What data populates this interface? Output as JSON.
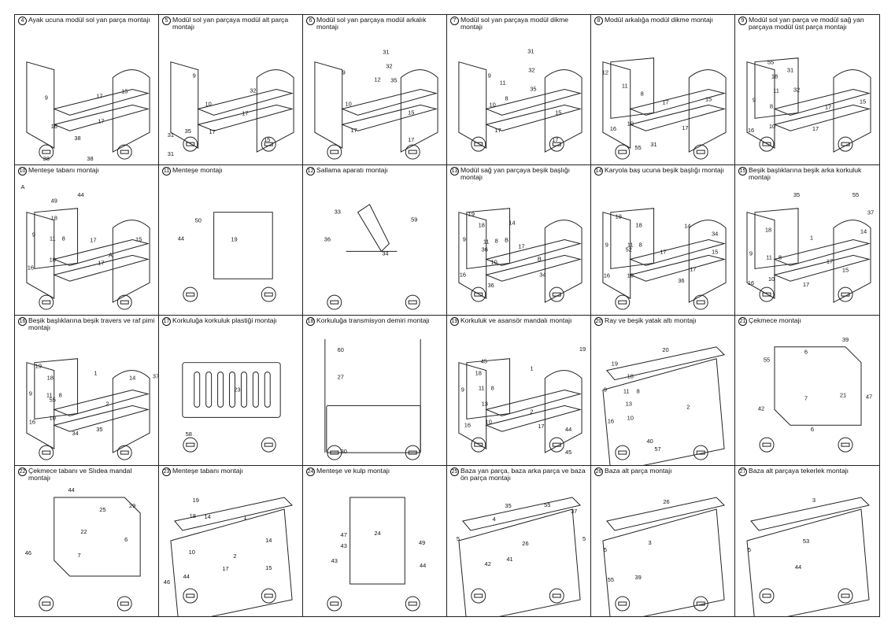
{
  "steps": [
    {
      "num": "4",
      "title": "Ayak ucuna modül sol yan parça montajı",
      "labels": [
        "9",
        "15",
        "17",
        "16",
        "17",
        "38",
        "38",
        "38"
      ]
    },
    {
      "num": "5",
      "title": "Modül sol yan parçaya modül alt parça montajı",
      "labels": [
        "9",
        "32",
        "10",
        "17",
        "17",
        "31",
        "35",
        "15",
        "31"
      ]
    },
    {
      "num": "6",
      "title": "Modül sol yan parçaya modül arkalık montajı",
      "labels": [
        "9",
        "31",
        "32",
        "12",
        "35",
        "10",
        "17",
        "17",
        "15"
      ]
    },
    {
      "num": "7",
      "title": "Modül sol yan parçaya modül dikme montajı",
      "labels": [
        "31",
        "9",
        "32",
        "11",
        "8",
        "35",
        "10",
        "17",
        "17",
        "15"
      ]
    },
    {
      "num": "8",
      "title": "Modül arkalığa modül dikme montajı",
      "labels": [
        "12",
        "11",
        "8",
        "17",
        "16",
        "10",
        "15",
        "17",
        "55",
        "31"
      ]
    },
    {
      "num": "9",
      "title": "Modül sol yan parça ve modül sağ yan parçaya modül üst parça montajı",
      "labels": [
        "55",
        "18",
        "31",
        "11",
        "8",
        "32",
        "9",
        "17",
        "16",
        "10",
        "17",
        "15"
      ]
    },
    {
      "num": "10",
      "title": "Menteşe tabanı montajı",
      "labels": [
        "A",
        "49",
        "44",
        "18",
        "9",
        "11",
        "8",
        "17",
        "15",
        "A",
        "16",
        "10",
        "17"
      ]
    },
    {
      "num": "11",
      "title": "Menteşe montajı",
      "labels": [
        "50",
        "44",
        "19"
      ]
    },
    {
      "num": "12",
      "title": "Sallama aparatı montajı",
      "labels": [
        "33",
        "36",
        "59",
        "34"
      ]
    },
    {
      "num": "13",
      "title": "Modül sağ yan parçaya beşik başlığı montajı",
      "labels": [
        "19",
        "14",
        "18",
        "9",
        "11",
        "8",
        "B",
        "17",
        "B",
        "10",
        "16",
        "36",
        "34",
        "36"
      ]
    },
    {
      "num": "14",
      "title": "Karyola baş ucuna beşik başlığı montajı",
      "labels": [
        "19",
        "18",
        "14",
        "9",
        "11",
        "8",
        "17",
        "15",
        "16",
        "10",
        "17",
        "36",
        "34",
        "52"
      ]
    },
    {
      "num": "15",
      "title": "Beşik başlıklarına beşik arka korkuluk montajı",
      "labels": [
        "35",
        "55",
        "37",
        "1",
        "14",
        "18",
        "9",
        "11",
        "8",
        "17",
        "16",
        "10",
        "17",
        "15"
      ]
    },
    {
      "num": "16",
      "title": "Beşik başlıklarına beşik travers ve raf pimi montajı",
      "labels": [
        "19",
        "1",
        "18",
        "14",
        "37",
        "9",
        "11",
        "8",
        "2",
        "16",
        "10",
        "34",
        "35",
        "55"
      ]
    },
    {
      "num": "17",
      "title": "Korkuluğa korkuluk plastiği montajı",
      "labels": [
        "23",
        "58"
      ]
    },
    {
      "num": "18",
      "title": "Korkuluğa transmisyon demiri montajı",
      "labels": [
        "60",
        "27",
        "30"
      ]
    },
    {
      "num": "19",
      "title": "Korkuluk ve asansör mandalı montajı",
      "labels": [
        "45",
        "19",
        "1",
        "18",
        "9",
        "11",
        "8",
        "13",
        "2",
        "16",
        "10",
        "17",
        "44",
        "45"
      ]
    },
    {
      "num": "20",
      "title": "Ray ve beşik yatak altı montajı",
      "labels": [
        "20",
        "19",
        "18",
        "9",
        "11",
        "8",
        "13",
        "2",
        "16",
        "10",
        "57",
        "40"
      ]
    },
    {
      "num": "21",
      "title": "Çekmece montajı",
      "labels": [
        "39",
        "55",
        "6",
        "7",
        "21",
        "42",
        "6",
        "47"
      ]
    },
    {
      "num": "22",
      "title": "Çekmece tabanı ve Slıdea mandal montajı",
      "labels": [
        "44",
        "25",
        "29",
        "22",
        "7",
        "6",
        "46"
      ]
    },
    {
      "num": "23",
      "title": "Menteşe tabanı montajı",
      "labels": [
        "19",
        "18",
        "14",
        "1",
        "14",
        "10",
        "2",
        "17",
        "15",
        "46",
        "44"
      ]
    },
    {
      "num": "24",
      "title": "Menteşe ve kulp montajı",
      "labels": [
        "47",
        "24",
        "43",
        "43",
        "49",
        "44"
      ]
    },
    {
      "num": "25",
      "title": "Baza yan parça, baza arka parça ve baza ön parça montajı",
      "labels": [
        "35",
        "55",
        "37",
        "4",
        "5",
        "26",
        "5",
        "42",
        "41"
      ]
    },
    {
      "num": "26",
      "title": "Baza alt parça montajı",
      "labels": [
        "26",
        "5",
        "3",
        "55",
        "39"
      ]
    },
    {
      "num": "27",
      "title": "Baza alt parçaya tekerlek montajı",
      "labels": [
        "3",
        "5",
        "53",
        "44"
      ]
    }
  ]
}
